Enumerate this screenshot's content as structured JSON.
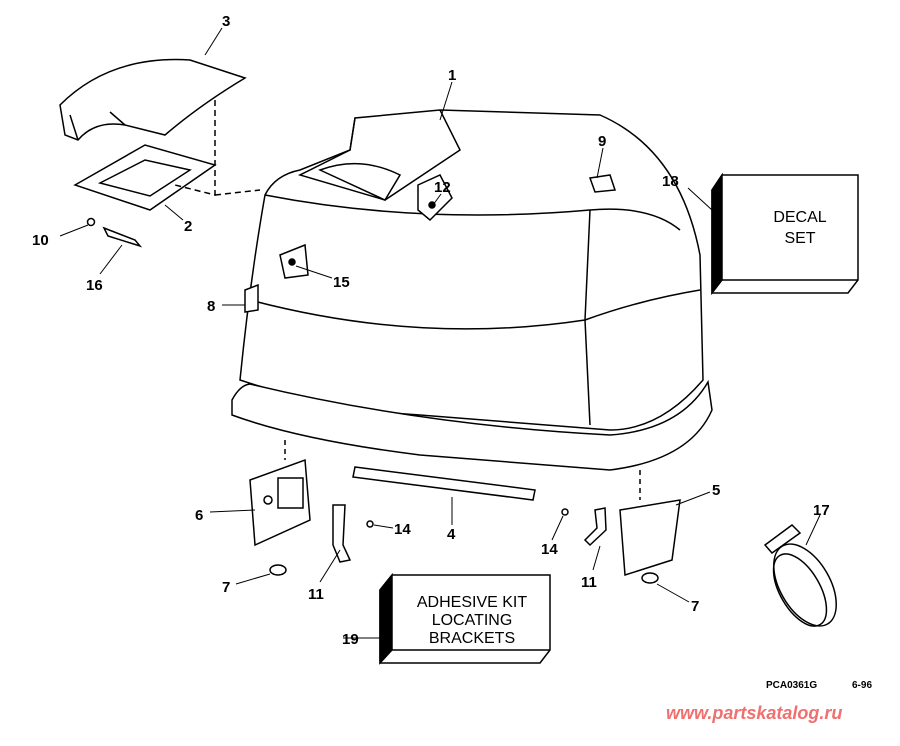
{
  "callouts": [
    {
      "id": "1",
      "label": "1"
    },
    {
      "id": "2",
      "label": "2"
    },
    {
      "id": "3",
      "label": "3"
    },
    {
      "id": "4",
      "label": "4"
    },
    {
      "id": "5",
      "label": "5"
    },
    {
      "id": "6",
      "label": "6"
    },
    {
      "id": "7a",
      "label": "7"
    },
    {
      "id": "7b",
      "label": "7"
    },
    {
      "id": "8",
      "label": "8"
    },
    {
      "id": "9",
      "label": "9"
    },
    {
      "id": "10",
      "label": "10"
    },
    {
      "id": "11a",
      "label": "11"
    },
    {
      "id": "11b",
      "label": "11"
    },
    {
      "id": "12",
      "label": "12"
    },
    {
      "id": "14a",
      "label": "14"
    },
    {
      "id": "14b",
      "label": "14"
    },
    {
      "id": "15",
      "label": "15"
    },
    {
      "id": "16",
      "label": "16"
    },
    {
      "id": "17",
      "label": "17"
    },
    {
      "id": "18",
      "label": "18"
    },
    {
      "id": "19",
      "label": "19"
    }
  ],
  "decal_box": {
    "line1": "DECAL",
    "line2": "SET"
  },
  "adhesive_box": {
    "line1": "ADHESIVE KIT",
    "line2": "LOCATING",
    "line3": "BRACKETS"
  },
  "footer": {
    "ref": "PCA0361G",
    "date": "6-96",
    "watermark": "www.partskatalog.ru",
    "watermark_color": "#f07070"
  }
}
